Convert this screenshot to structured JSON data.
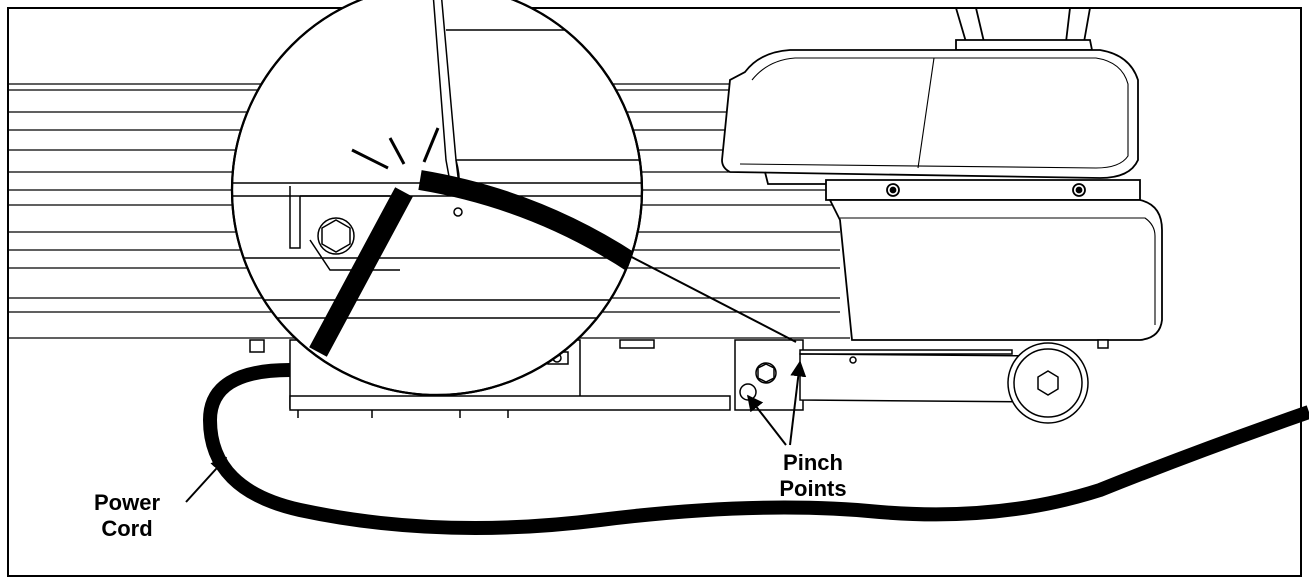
{
  "labels": {
    "pinch_points": {
      "line1": "Pinch",
      "line2": "Points"
    },
    "power_cord": {
      "line1": "Power",
      "line2": "Cord"
    }
  },
  "colors": {
    "ink": "#000000",
    "paper": "#ffffff"
  }
}
